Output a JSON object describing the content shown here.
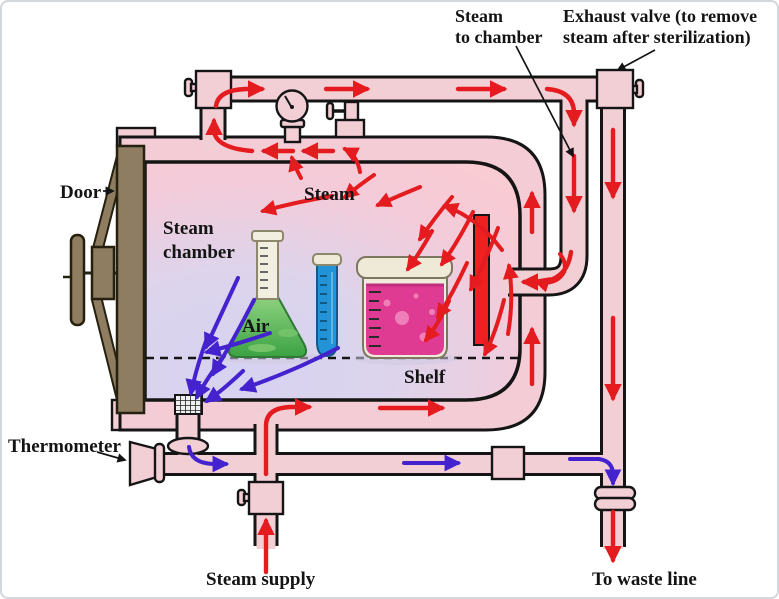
{
  "labels": {
    "steam_to_chamber": {
      "line1": "Steam",
      "line2": "to chamber"
    },
    "exhaust_valve": {
      "line1": "Exhaust valve (to remove",
      "line2": "steam after sterilization)"
    },
    "door": "Door",
    "steam_chamber": {
      "line1": "Steam",
      "line2": "chamber"
    },
    "steam": "Steam",
    "air": "Air",
    "shelf": "Shelf",
    "thermometer": "Thermometer",
    "steam_supply": "Steam supply",
    "to_waste_line": "To waste line"
  },
  "components": {
    "door": "autoclave door with handwheel",
    "pressure_gauge": "pressure gauge on lid",
    "safety_valve": "safety valve on lid",
    "steam_release_valve": "valve from jacket to top pipe",
    "exhaust_valve": "exhaust valve at top right",
    "supply_valve": "valve on steam supply pipe",
    "inline_fitting": "fitting on bottom discharge pipe",
    "coupling": "coupling on waste pipe",
    "grate": "air discharge grate in chamber floor",
    "thermometer": "thermometer at bottom left",
    "glassware": [
      "conical flask (green)",
      "test tube (blue)",
      "beaker (pink)"
    ],
    "baffle": "red baffle plate inside chamber",
    "shelf": "dashed shelf line"
  },
  "colors": {
    "steam_flow": "#e41b1f",
    "air_flow": "#4423cf",
    "pipe_fill": "#f2ced5",
    "jacket_fill": "#f3ccd5",
    "chamber_pink": "#f9cbd3",
    "chamber_lavender": "#d6d2f1",
    "door_brown": "#8e7d60",
    "outline": "#151515",
    "flask_liquid": "#4fae4c",
    "tube_liquid": "#2193d6",
    "beaker_liquid": "#e03b92",
    "baffle_red": "#ee2020",
    "label_text": "#141414"
  }
}
